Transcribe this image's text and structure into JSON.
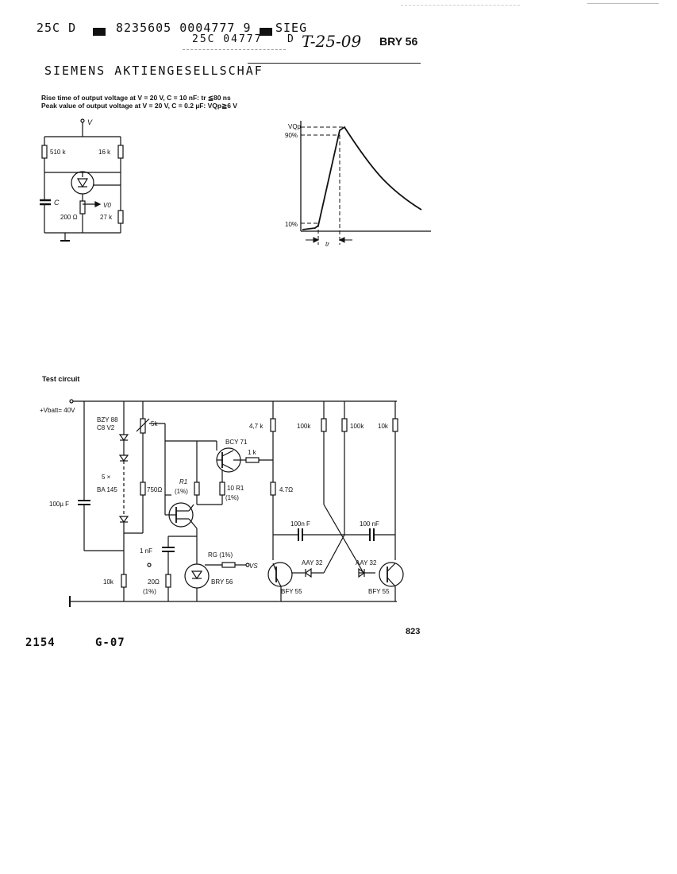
{
  "header": {
    "code_prefix": "25C D",
    "code_numbers": "8235605 0004777 9",
    "code_sieg": "SIEG",
    "sub_code": "25C 04777",
    "sub_d": "D",
    "handwritten": "T-25-09",
    "part_number": "BRY 56"
  },
  "company": "SIEMENS AKTIENGESELLSCHAF",
  "specs": {
    "line1": "Rise time of output voltage at V = 20 V, C = 10 nF: tr ≦80 ns",
    "line2": "Peak value of output voltage at V = 20 V, C = 0.2 µF: VQp≧6 V"
  },
  "small_circuit": {
    "supply": "V",
    "r1": "510 k",
    "r2": "16 k",
    "cap": "C",
    "out": "V0",
    "r3": "200 Ω",
    "r4": "27 k"
  },
  "waveform": {
    "vqp": "VQp",
    "p90": "90%",
    "p10": "10%",
    "tr": "tr"
  },
  "test_circuit": {
    "caption": "Test circuit",
    "vbatt": "+Vbatt= 40V",
    "zener": "BZY 88",
    "zener2": "C8 V2",
    "pot": "5k",
    "diodes": "5 ×",
    "diodes2": "BA 145",
    "cap_big": "100µ F",
    "r750": "750Ω",
    "r1": "R1",
    "r1tol": "(1%)",
    "bcy": "BCY 71",
    "r1k": "1 k",
    "r10": "10 R1",
    "r10tol": "(1%)",
    "r47k": "4,7 k",
    "r47": "4.7Ω",
    "r100k_1": "100k",
    "r100k_2": "100k",
    "r10k_right": "10k",
    "c1nf": "1 nF",
    "c100_1": "100n F",
    "c100_2": "100 nF",
    "rg": "RG (1%)",
    "vs": "VS",
    "r10k": "10k",
    "r20": "20Ω",
    "r20tol": "(1%)",
    "bry": "BRY 56",
    "aay1": "AAY 32",
    "aay2": "AAY 32",
    "bfy1": "BFY 55",
    "bfy2": "BFY 55"
  },
  "footer": {
    "left": "2154",
    "mid": "G-07",
    "page": "823"
  }
}
